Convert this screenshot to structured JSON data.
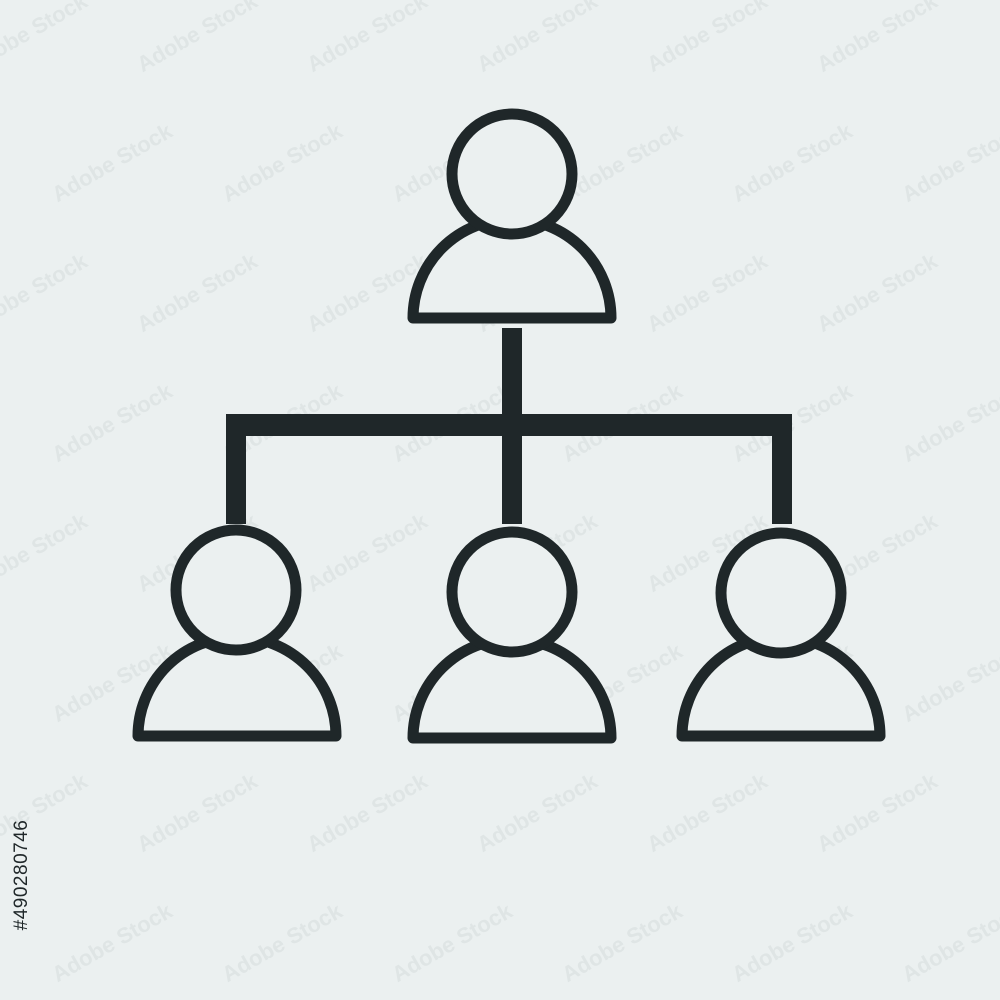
{
  "diagram": {
    "type": "org-chart-icon",
    "nodes": [
      {
        "id": "top",
        "level": 1,
        "icon": "person-icon"
      },
      {
        "id": "left",
        "level": 2,
        "icon": "person-icon"
      },
      {
        "id": "middle",
        "level": 2,
        "icon": "person-icon"
      },
      {
        "id": "right",
        "level": 2,
        "icon": "person-icon"
      }
    ],
    "edges": [
      {
        "from": "top",
        "to": "left"
      },
      {
        "from": "top",
        "to": "middle"
      },
      {
        "from": "top",
        "to": "right"
      }
    ]
  },
  "colors": {
    "background": "#ebf0f0",
    "stroke": "#1f2729",
    "watermark": "#dfe5e5"
  },
  "watermark": {
    "text": "Adobe Stock"
  },
  "stock_id": "#490280746"
}
